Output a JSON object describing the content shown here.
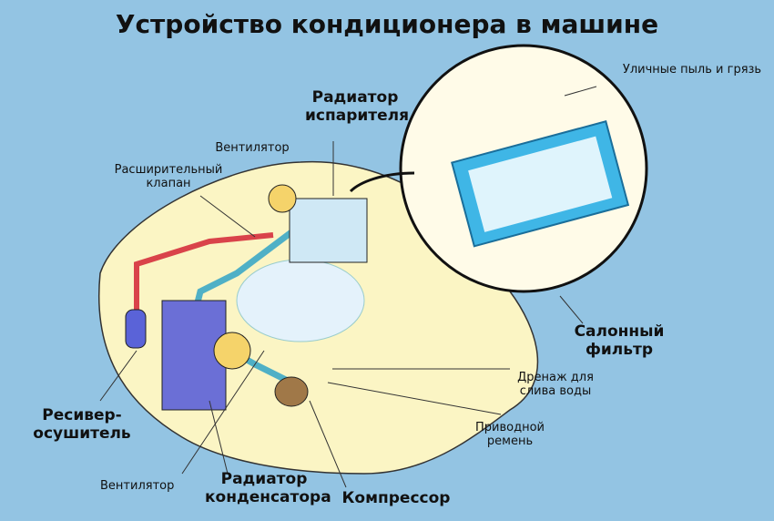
{
  "title": "Устройство кондиционера в машине",
  "labels": {
    "evaporator": "Радиатор испарителя",
    "fan_top": "Вентилятор",
    "expansion_valve": "Расширительный клапан",
    "street_dust": "Уличные пыль и грязь",
    "cabin_filter": "Салонный фильтр",
    "drain": "Дренаж для слива воды",
    "drive_belt": "Приводной ремень",
    "receiver_dryer": "Ресивер-осушитель",
    "fan_bottom": "Вентилятор",
    "condenser": "Радиатор конденсатора",
    "compressor": "Компрессор"
  },
  "colors": {
    "background": "#93c4e3",
    "car_body": "#fbf5c4",
    "filter": "#3fb6e6",
    "pipe_hot": "#d9434a",
    "pipe_cold": "#4fb0c6",
    "condenser": "#6b6fd6"
  }
}
